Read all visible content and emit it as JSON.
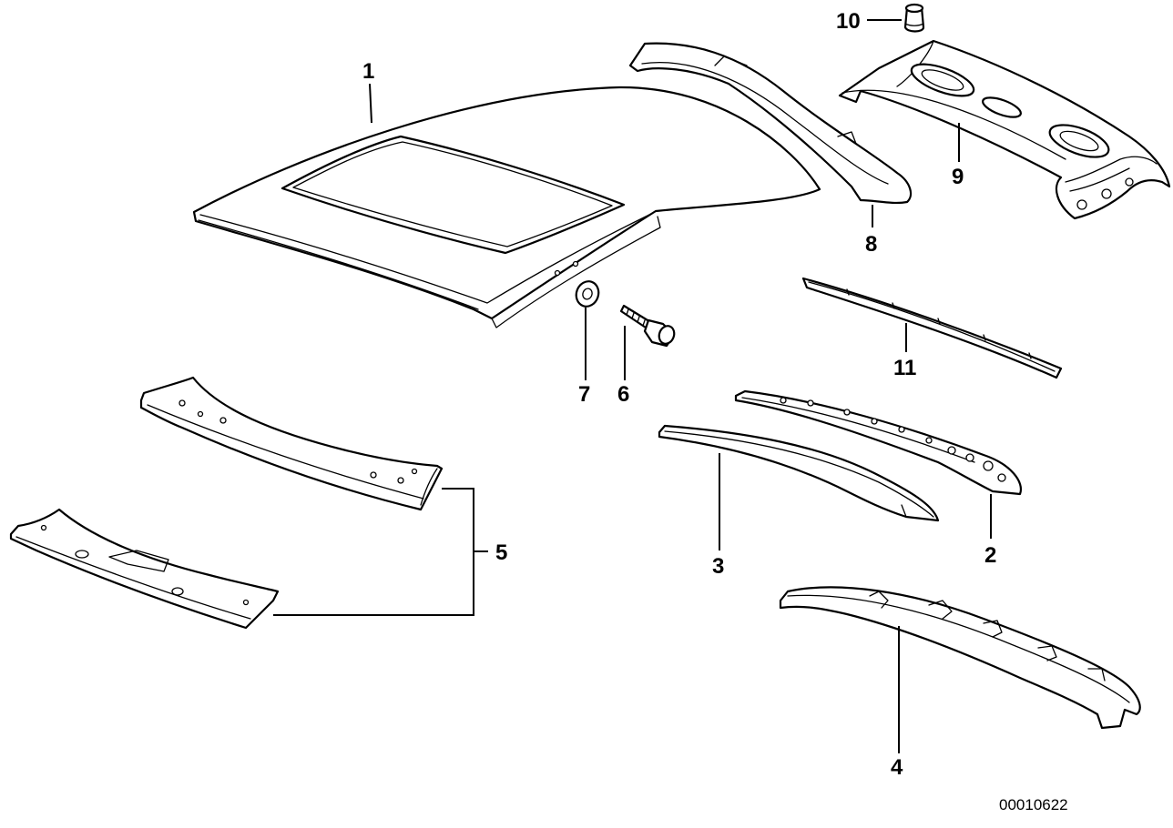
{
  "labels": {
    "p1": "1",
    "p2": "2",
    "p3": "3",
    "p4": "4",
    "p5": "5",
    "p6": "6",
    "p7": "7",
    "p8": "8",
    "p9": "9",
    "p10": "10",
    "p11": "11"
  },
  "reference_number": "00010622"
}
